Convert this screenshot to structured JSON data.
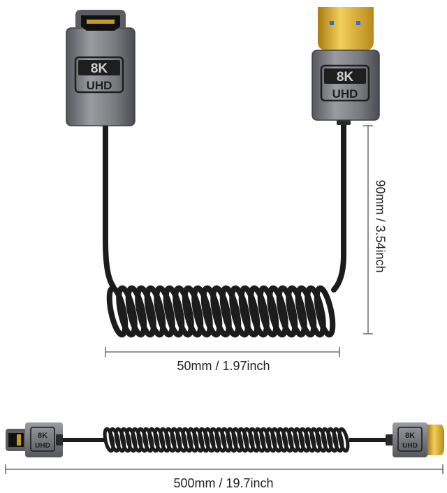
{
  "badge": {
    "line1": "8K",
    "line2": "UHD"
  },
  "dimensions": {
    "width": "50mm / 1.97inch",
    "height": "90mm / 3.54inch",
    "length": "500mm / 19.7inch"
  },
  "colors": {
    "housing": "#6f7176",
    "housing_light": "#9a9ca1",
    "gold": "#d6a92c",
    "cable": "#1c1c1c",
    "dimension_line": "#555555"
  }
}
